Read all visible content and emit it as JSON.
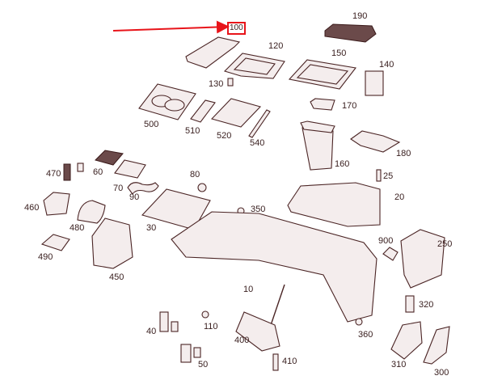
{
  "diagram": {
    "highlighted_part": "100",
    "highlight_color": "#e8141a",
    "part_numbers": [
      "190",
      "100",
      "120",
      "150",
      "140",
      "130",
      "500",
      "510",
      "520",
      "540",
      "170",
      "180",
      "160",
      "25",
      "470",
      "60",
      "70",
      "90",
      "80",
      "20",
      "460",
      "480",
      "30",
      "350",
      "490",
      "450",
      "900",
      "250",
      "10",
      "320",
      "40",
      "110",
      "400",
      "360",
      "310",
      "300",
      "50",
      "410"
    ]
  }
}
